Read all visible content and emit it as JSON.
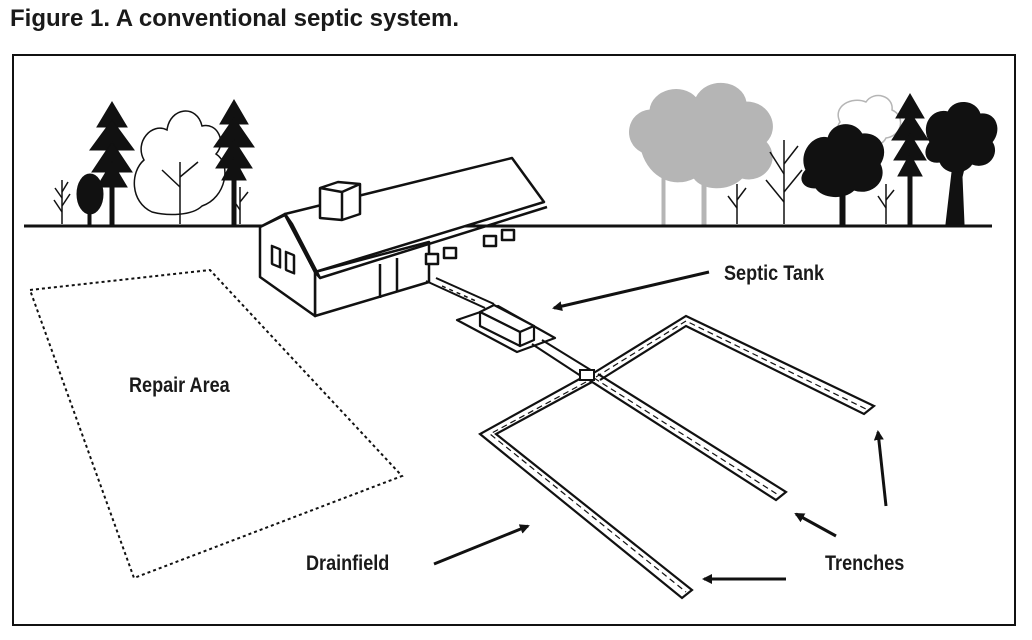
{
  "figure": {
    "caption": "Figure 1. A conventional septic system."
  },
  "labels": {
    "septic_tank": "Septic Tank",
    "repair_area": "Repair Area",
    "drainfield": "Drainfield",
    "trenches": "Trenches"
  },
  "colors": {
    "ink": "#111111",
    "faded_trees": "#b5b5b5",
    "background": "#ffffff"
  }
}
